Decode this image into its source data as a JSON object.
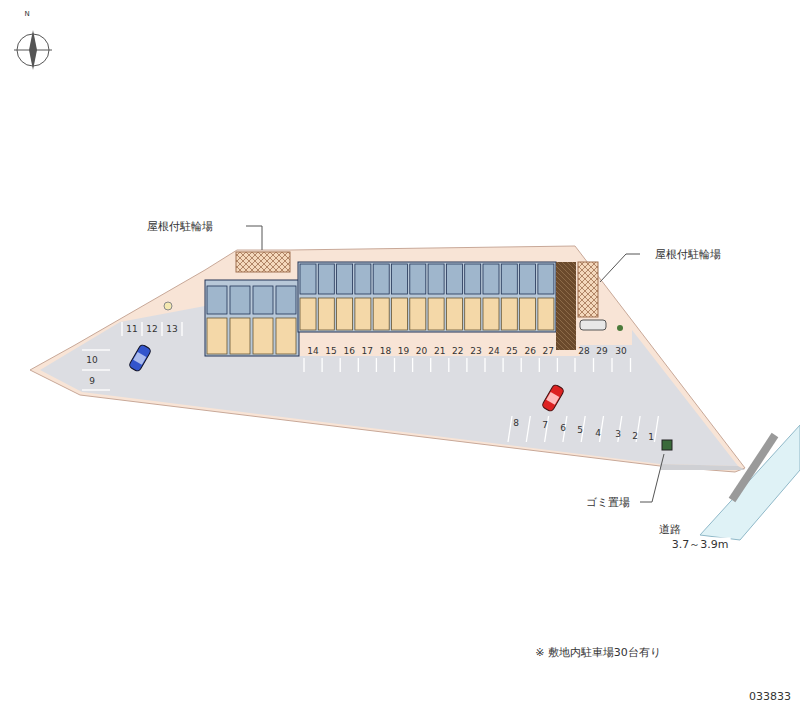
{
  "diagram": {
    "labels": [
      "N",
      "屋根付駐輪場",
      "屋根付駐輪場",
      "ゴミ置場",
      "道路",
      "3.7～3.9m",
      "※ 敷地内駐車場30台有り",
      "033833",
      "1",
      "2",
      "3",
      "4",
      "5",
      "6",
      "7",
      "8",
      "9",
      "10",
      "11",
      "12",
      "13",
      "14",
      "15",
      "16",
      "17",
      "18",
      "19",
      "20",
      "21",
      "22",
      "23",
      "24",
      "25",
      "26",
      "27",
      "28",
      "29",
      "30"
    ]
  }
}
